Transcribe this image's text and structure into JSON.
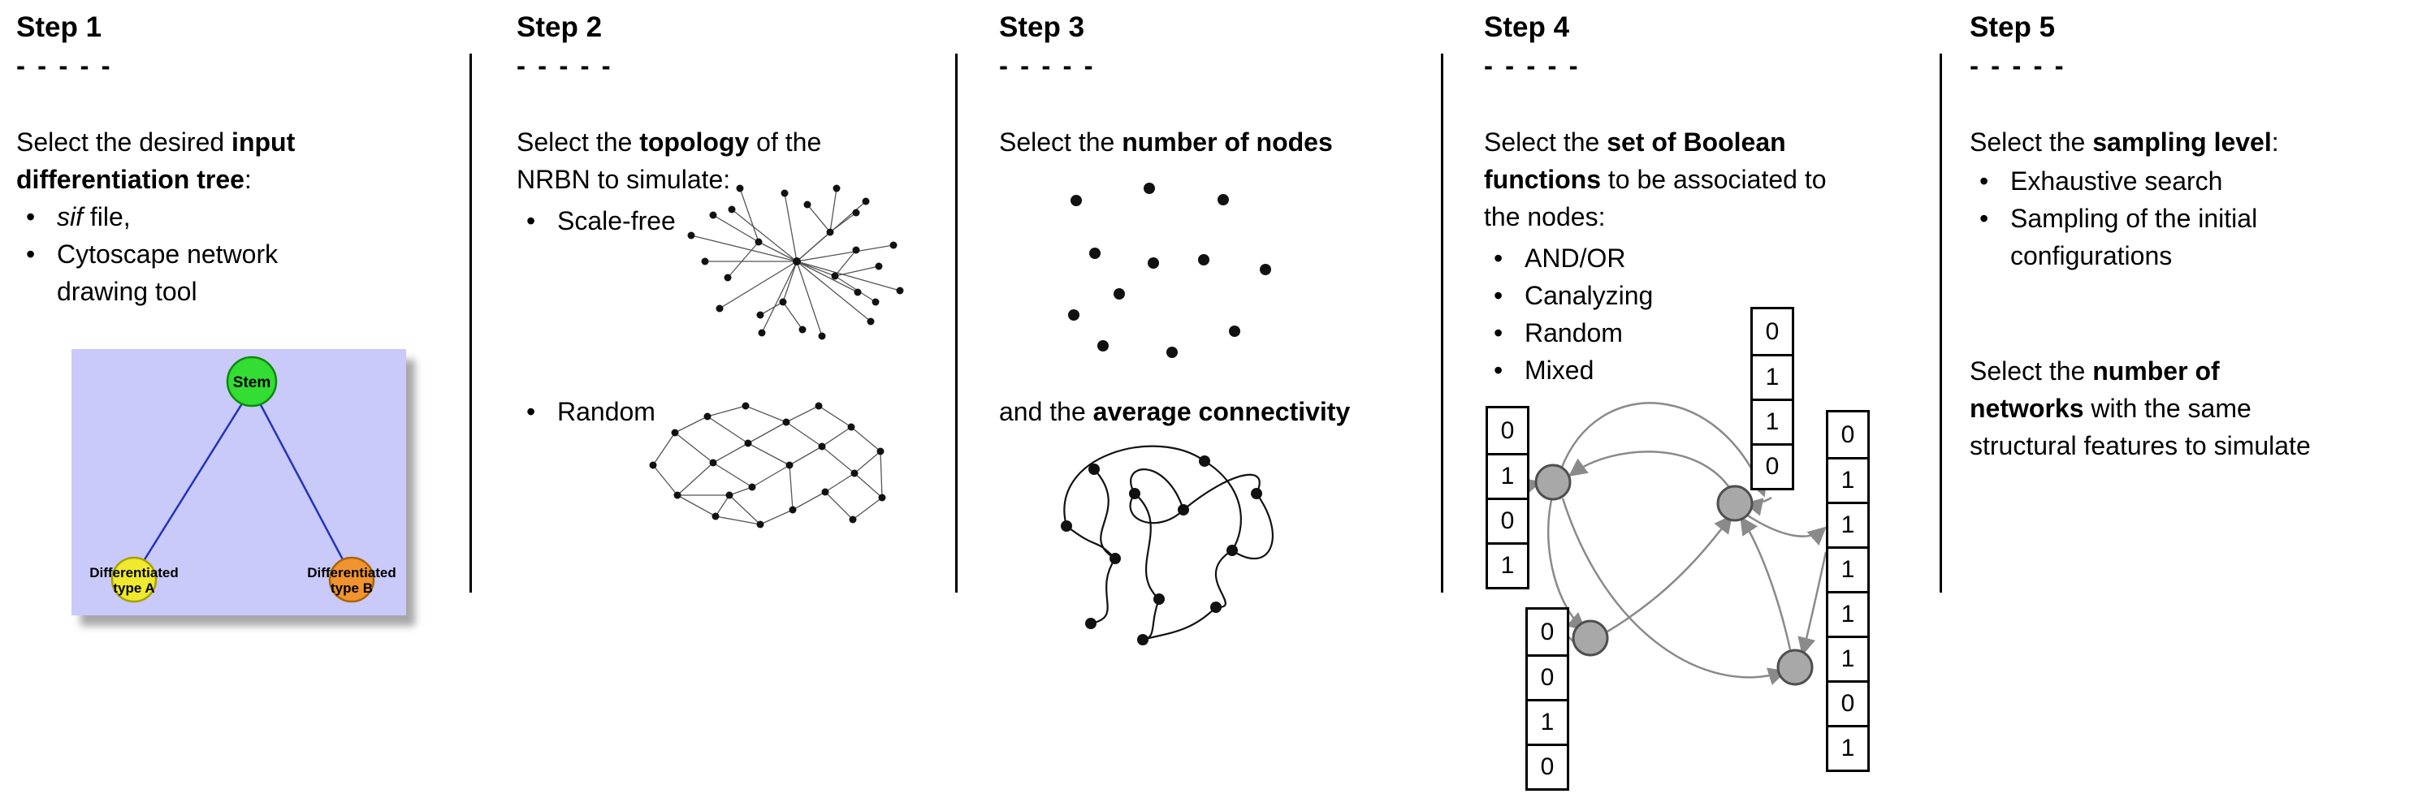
{
  "figure": {
    "background": "#ffffff",
    "divider_color": "#000000"
  },
  "steps": [
    {
      "title": "Step 1",
      "dashes": "- - - - -",
      "intro": {
        "pre": "Select the desired ",
        "bold": "input differentiation tree",
        "post": ":"
      },
      "bullets": [
        {
          "italic": "sif",
          "text": " file,"
        },
        {
          "italic": "",
          "text": "Cytoscape network drawing tool"
        }
      ],
      "tree": {
        "stem_label": "Stem",
        "type_a_label_line1": "Differentiated",
        "type_a_label_line2": "type A",
        "type_b_label_line1": "Differentiated",
        "type_b_label_line2": "type B",
        "colors": {
          "panel": "#c9c9fa",
          "stem": "#33dd33",
          "type_a": "#efe92f",
          "type_b": "#ef9430",
          "edge": "#2233bb"
        }
      }
    },
    {
      "title": "Step 2",
      "dashes": "- - - - -",
      "intro": {
        "pre": "Select the ",
        "bold": "topology",
        "post": " of the NRBN to simulate:"
      },
      "bullets": [
        {
          "italic": "",
          "text": "Scale-free"
        },
        {
          "italic": "",
          "text": "Random"
        }
      ]
    },
    {
      "title": "Step 3",
      "dashes": "- - - - -",
      "intro": {
        "pre": "Select the ",
        "bold": "number of nodes",
        "post": ""
      },
      "second": {
        "pre": "and the ",
        "bold": "average connectivity",
        "post": ""
      }
    },
    {
      "title": "Step 4",
      "dashes": "- - - - -",
      "intro": {
        "pre": "Select the ",
        "bold": "set of Boolean functions",
        "post": " to be associated to the nodes:"
      },
      "bullets": [
        {
          "italic": "",
          "text": "AND/OR"
        },
        {
          "italic": "",
          "text": "Canalyzing"
        },
        {
          "italic": "",
          "text": "Random"
        },
        {
          "italic": "",
          "text": "Mixed"
        }
      ],
      "truth_tables": {
        "top": [
          "0",
          "1",
          "1",
          "0"
        ],
        "left": [
          "0",
          "1",
          "0",
          "1"
        ],
        "bottom_left": [
          "0",
          "0",
          "1",
          "0"
        ],
        "right": [
          "0",
          "1",
          "1",
          "1",
          "1",
          "1",
          "0",
          "1"
        ]
      }
    },
    {
      "title": "Step 5",
      "dashes": "- - - - -",
      "intro": {
        "pre": "Select the ",
        "bold": "sampling level",
        "post": ":"
      },
      "bullets": [
        {
          "italic": "",
          "text": "Exhaustive search"
        },
        {
          "italic": "",
          "text": "Sampling of the initial configurations"
        }
      ],
      "second": {
        "pre": "Select the ",
        "bold": "number of networks",
        "post": " with the same structural features to simulate"
      }
    }
  ]
}
